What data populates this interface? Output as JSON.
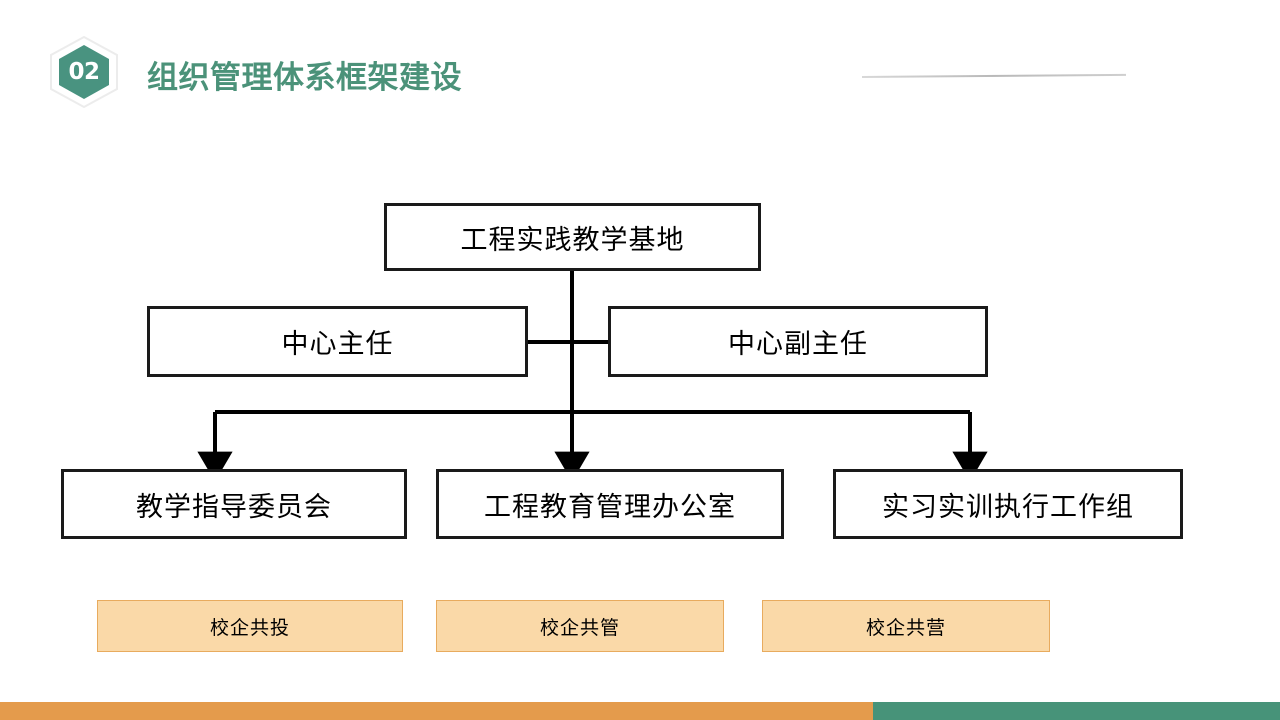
{
  "header": {
    "badge_number": "02",
    "title": "组织管理体系框架建设",
    "title_color": "#4b9279",
    "rule_color": "#c4c4c4"
  },
  "chart_data": {
    "type": "diagram",
    "title": "组织管理体系框架建设",
    "orientation": "top-down",
    "node_border_color": "#1a1a1a",
    "node_fill_color": "#ffffff",
    "connector_color": "#000000",
    "levels": [
      {
        "level": 1,
        "nodes": [
          {
            "id": "root",
            "label": "工程实践教学基地"
          }
        ]
      },
      {
        "level": 2,
        "nodes": [
          {
            "id": "director",
            "label": "中心主任"
          },
          {
            "id": "deputy",
            "label": "中心副主任"
          }
        ]
      },
      {
        "level": 3,
        "nodes": [
          {
            "id": "committee",
            "label": "教学指导委员会"
          },
          {
            "id": "office",
            "label": "工程教育管理办公室"
          },
          {
            "id": "workgroup",
            "label": "实习实训执行工作组"
          }
        ]
      }
    ],
    "edges": [
      {
        "from": "root",
        "to": "director",
        "style": "plain"
      },
      {
        "from": "root",
        "to": "deputy",
        "style": "plain"
      },
      {
        "from": "root",
        "to": "committee",
        "style": "arrow"
      },
      {
        "from": "root",
        "to": "office",
        "style": "arrow"
      },
      {
        "from": "root",
        "to": "workgroup",
        "style": "arrow"
      }
    ]
  },
  "pills": {
    "fill_color": "#fad9a8",
    "border_color": "#e8ab5e",
    "items": [
      {
        "id": "invest",
        "label": "校企共投"
      },
      {
        "id": "manage",
        "label": "校企共管"
      },
      {
        "id": "operate",
        "label": "校企共营"
      }
    ]
  },
  "footer": {
    "left_color": "#e49b4c",
    "right_color": "#479379"
  }
}
